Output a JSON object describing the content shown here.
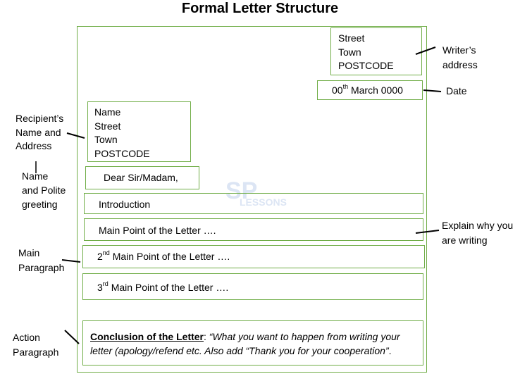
{
  "title": "Formal Letter Structure",
  "colors": {
    "box_border": "#70ad47",
    "text": "#000000",
    "watermark": "#4472c4"
  },
  "boxes": {
    "writer_address": [
      "Street",
      "Town",
      "POSTCODE"
    ],
    "date": {
      "prefix": "00",
      "sup": "th",
      "rest": " March 0000"
    },
    "recipient": [
      "Name",
      "Street",
      "Town",
      "POSTCODE"
    ],
    "greeting": "Dear Sir/Madam,",
    "introduction": "Introduction",
    "main_point_1": "Main Point of the Letter ….",
    "main_point_2": {
      "prefix": "2",
      "sup": "nd",
      "rest": " Main Point of the Letter …."
    },
    "main_point_3": {
      "prefix": "3",
      "sup": "rd",
      "rest": " Main Point of the Letter …."
    },
    "conclusion": {
      "bold": "Conclusion of the Letter",
      "colon": ": ",
      "italic": "“What you want to happen from writing your letter (apology/refend etc. Also add “Thank you for your cooperation”",
      "end": "."
    }
  },
  "labels": {
    "writers_address": [
      "Writer’s",
      "address"
    ],
    "date": "Date",
    "recipient": [
      "Recipient’s",
      "Name and",
      "Address"
    ],
    "greeting": [
      "Name",
      "and Polite",
      "greeting"
    ],
    "explain": [
      "Explain why you",
      "are writing"
    ],
    "main_paragraph": [
      "Main",
      "Paragraph"
    ],
    "action_paragraph": [
      "Action",
      "Paragraph"
    ]
  },
  "watermark": {
    "logo_letter": "SP",
    "text": "LESSONS"
  }
}
